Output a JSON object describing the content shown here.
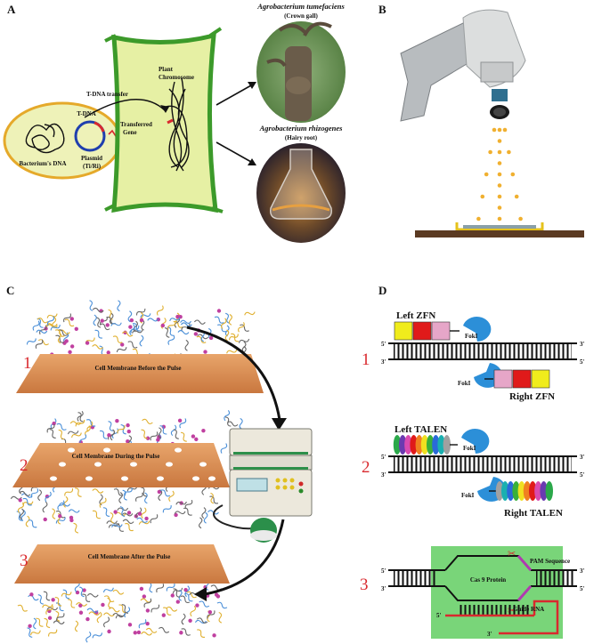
{
  "panels": {
    "a": {
      "letter": "A",
      "bacterium_dna": "Bacterium's DNA",
      "tdna": "T-DNA",
      "plasmid": "Plasmid",
      "plasmid_type": "(Ti/Ri)",
      "transfer": "T-DNA transfer",
      "plant_chromosome_1": "Plant",
      "plant_chromosome_2": "Chromosome",
      "transferred_1": "Transferred",
      "transferred_2": "Gene",
      "tumefaciens": "Agrobacterium tumefaciens",
      "crown_gall": "(Crown gall)",
      "rhizogenes": "Agrobacterium rhizogenes",
      "hairy_root": "(Hairy root)"
    },
    "b": {
      "letter": "B"
    },
    "c": {
      "letter": "C",
      "step1_num": "1",
      "step1": "Cell Membrane Before the Pulse",
      "step2_num": "2",
      "step2": "Cell Membrane During the Pulse",
      "step3_num": "3",
      "step3": "Cell Membrane After the Pulse"
    },
    "d": {
      "letter": "D",
      "five": "5'",
      "three": "3'",
      "zfn_num": "1",
      "left_zfn": "Left ZFN",
      "right_zfn": "Right ZFN",
      "foki": "FokI",
      "talen_num": "2",
      "left_talen": "Left TALEN",
      "right_talen": "Right TALEN",
      "crispr_num": "3",
      "pam": "PAM Sequence",
      "cas9": "Cas 9 Protein",
      "guide": "Guide RNA"
    }
  }
}
